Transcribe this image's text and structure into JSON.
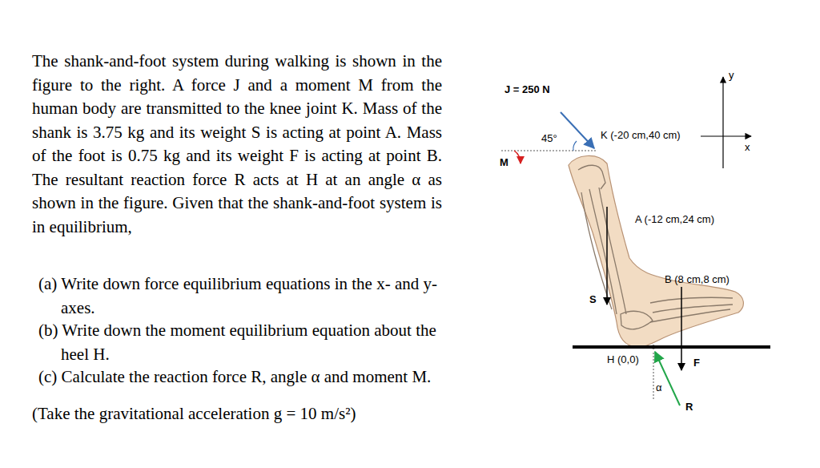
{
  "diagram": {
    "labels": [
      "The shank-and-foot system during walking is shown in the figure to the right. A force J and a moment M from the human body are transmitted to the knee joint K. Mass of the shank is 3.75 kg and its weight S is acting at point A. Mass of the foot is 0.75 kg and its weight F is acting at point B. The resultant reaction force R acts at H at an angle α as shown in the figure. Given that the shank-and-foot system is in equilibrium,",
      "(a) Write down force equilibrium equations in the x- and y- axes.",
      "(b) Write down the moment equilibrium equation about the heel H.",
      "(c) Calculate the reaction force R, angle α and moment M.",
      "(Take the gravitational acceleration g = 10 m/s²)",
      "J = 250 N",
      "45°",
      "K (-20 cm,40 cm)",
      "M",
      "y",
      "x",
      "A (-12 cm,24 cm)",
      "S",
      "B (8 cm,8 cm)",
      "H (0,0)",
      "F",
      "α",
      "R"
    ]
  }
}
